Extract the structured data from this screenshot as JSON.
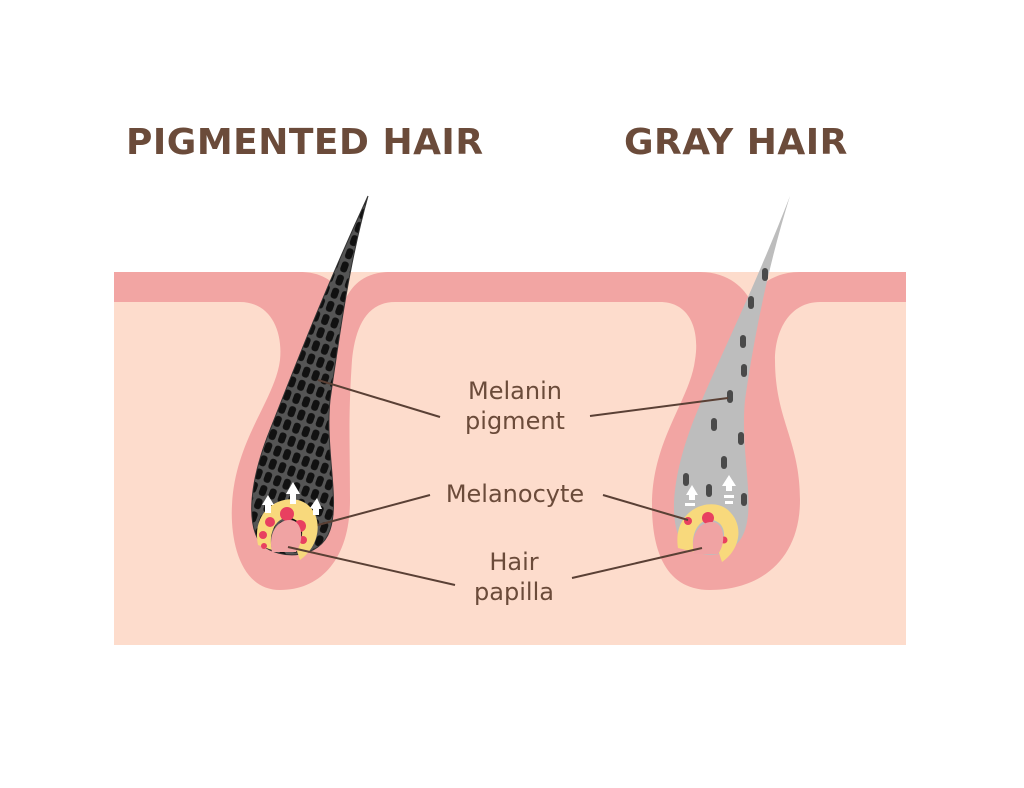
{
  "titles": {
    "left": "PIGMENTED HAIR",
    "right": "GRAY HAIR"
  },
  "labels": {
    "melanin_line1": "Melanin",
    "melanin_line2": "pigment",
    "melanocyte": "Melanocyte",
    "papilla_line1": "Hair",
    "papilla_line2": "papilla"
  },
  "colors": {
    "title_text": "#6b4b3a",
    "skin_outer": "#f2a5a3",
    "skin_inner": "#fddccc",
    "pigmented_hair": "#1a1a1a",
    "pigmented_hair_mesh": "#555555",
    "gray_hair": "#bdbdbd",
    "gray_hair_dashes": "#4a4a4a",
    "melanocyte_body": "#f8d97c",
    "melanocyte_dots": "#e84060",
    "papilla": "#f0a3a3",
    "arrows": "#ffffff",
    "leader_lines": "#5a4035"
  },
  "icons": {
    "pigment_flow_arrow": "arrow-up-icon",
    "melanocyte_dot": "circle-icon"
  }
}
